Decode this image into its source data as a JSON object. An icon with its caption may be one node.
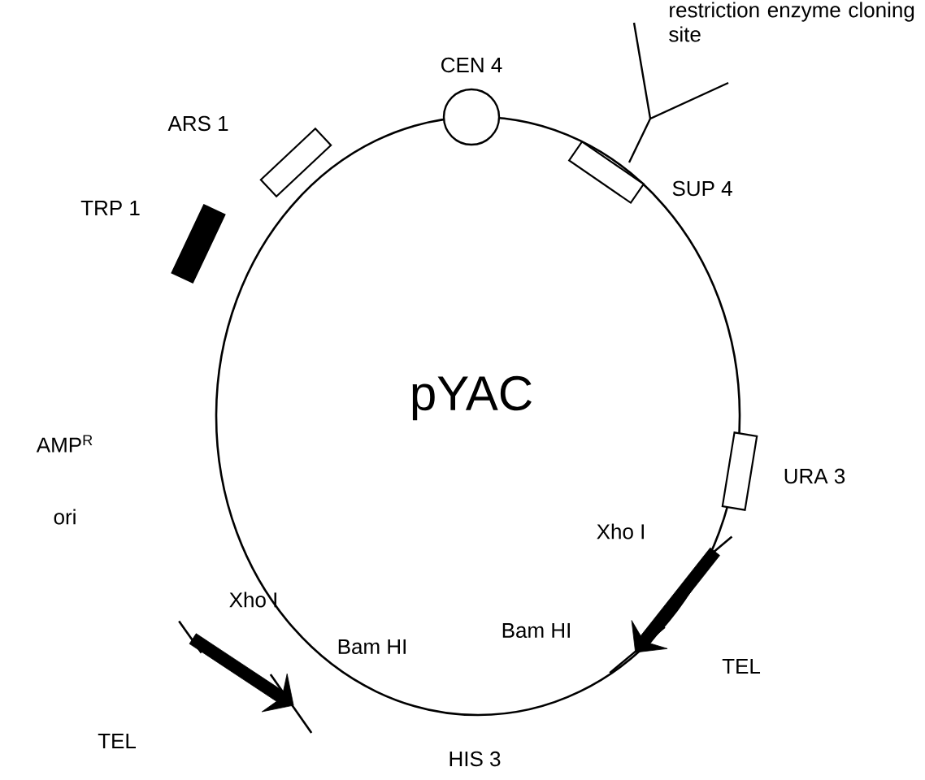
{
  "diagram": {
    "nodes": [
      {
        "text": [],
        "shape": "circle",
        "beside": [
          "CEN 4"
        ]
      },
      {
        "text": [],
        "shape": "box",
        "beside": [
          "ARS 1"
        ]
      },
      {
        "text": [],
        "shape": "box",
        "beside": [
          "TRP 1"
        ]
      },
      {
        "text": [],
        "shape": "box",
        "beside": [
          "SUP 4"
        ]
      },
      {
        "text": [],
        "shape": "box",
        "beside": [
          "URA 3"
        ]
      },
      {
        "text": [],
        "shape": "arrow",
        "beside": [
          "TEL"
        ]
      },
      {
        "text": [],
        "shape": "arrow",
        "beside": [
          "TEL"
        ]
      }
    ],
    "labels": [
      "restriction enzyme cloning site",
      "AMP$^{R}$",
      "ori",
      "pYAC",
      "Xho I",
      "Xho I",
      "Bam HI",
      "Bam HI",
      "HIS 3"
    ]
  }
}
